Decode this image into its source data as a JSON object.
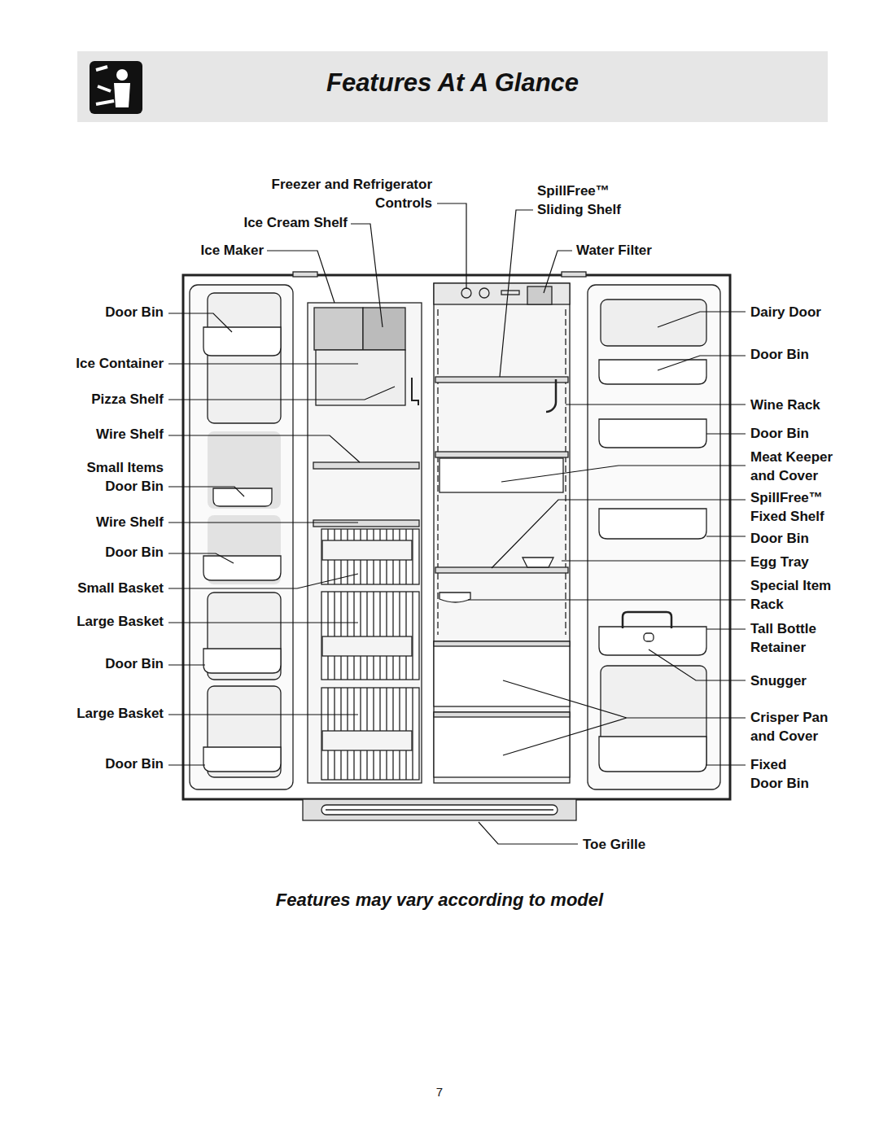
{
  "diagram": {
    "title": "Features At A Glance",
    "caption": "Features may vary according to model",
    "labels": [
      "Door Bin",
      "Ice Container",
      "Pizza Shelf",
      "Wire Shelf",
      "Small Items Door Bin",
      "Wire Shelf",
      "Door Bin",
      "Small Basket",
      "Large Basket",
      "Door Bin",
      "Large Basket",
      "Door Bin",
      "Freezer and Refrigerator Controls",
      "Ice Cream Shelf",
      "Ice Maker",
      "SpillFree™ Sliding Shelf",
      "Water Filter",
      "Dairy Door",
      "Door Bin",
      "Wine Rack",
      "Door Bin",
      "Meat Keeper and Cover",
      "SpillFree™ Fixed Shelf",
      "Door Bin",
      "Egg Tray",
      "Special Item Rack",
      "Tall Bottle Retainer",
      "Snugger",
      "Crisper Pan and Cover",
      "Fixed Door Bin",
      "Toe Grille",
      "7"
    ]
  }
}
